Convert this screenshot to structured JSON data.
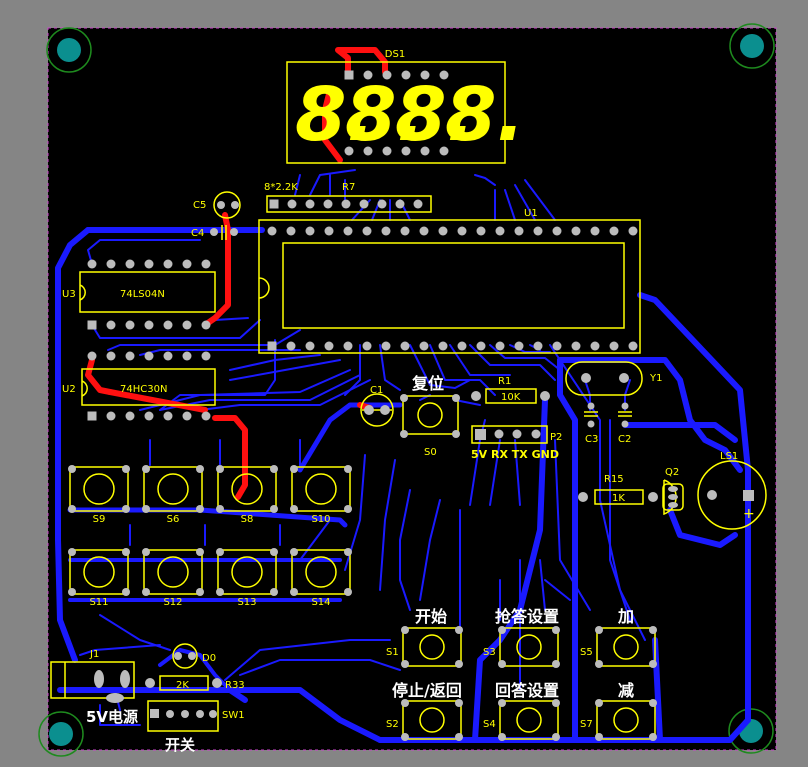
{
  "colors": {
    "background": "#858585",
    "board": "#000000",
    "bottom_trace": "#1a1aff",
    "top_trace": "#ff1010",
    "silkscreen": "#ffff00",
    "pad": "#bcbcbc",
    "hole": "#0aa"
  },
  "components": {
    "ds1": "DS1",
    "seg_digit": "8.",
    "r7": "R7",
    "r7_value": "8*2.2K",
    "u1": "U1",
    "u3": "U3",
    "u3_part": "74LS04N",
    "u2": "U2",
    "u2_part": "74HC30N",
    "c5": "C5",
    "c4": "C4",
    "c1": "C1",
    "s9": "S9",
    "s6": "S6",
    "s8": "S8",
    "s10": "S10",
    "s11": "S11",
    "s12": "S12",
    "s13": "S13",
    "s14": "S14",
    "s0": "S0",
    "r1": "R1",
    "r1_value": "10K",
    "p2": "P2",
    "p2_pins": "5V RX TX GND",
    "y1": "Y1",
    "c3": "C3",
    "c2": "C2",
    "r15": "R15",
    "r15_value": "1K",
    "q2": "Q2",
    "ls1": "LS1",
    "j1": "J1",
    "d0": "D0",
    "r33": "R33",
    "r33_value": "2K",
    "sw1": "SW1",
    "s1": "S1",
    "s2": "S2",
    "s3": "S3",
    "s4": "S4",
    "s5": "S5",
    "s7": "S7",
    "plus": "+"
  },
  "labels": {
    "reset": "复位",
    "start": "开始",
    "answer_set": "抢答设置",
    "add": "加",
    "stop_return": "停止/返回",
    "reply_set": "回答设置",
    "minus": "减",
    "power": "5V电源",
    "switch": "开关"
  }
}
